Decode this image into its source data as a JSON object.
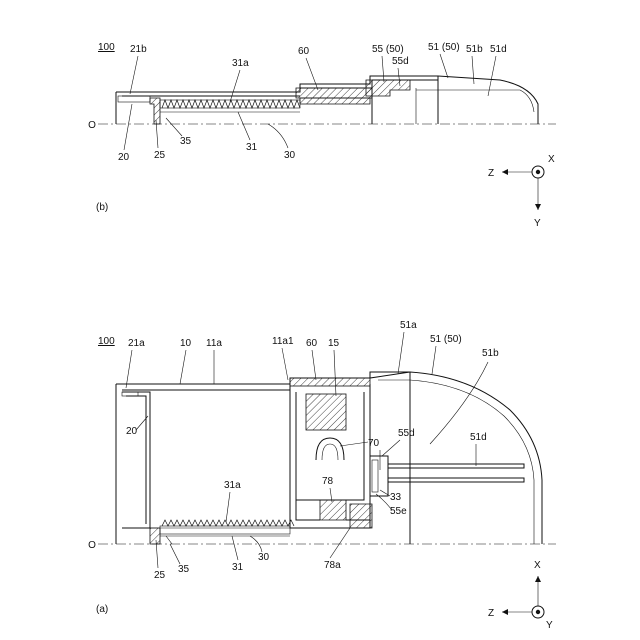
{
  "figure_a": {
    "caption": "(a)",
    "ref_number": "100",
    "center_mark": "O",
    "axes": {
      "z": "Z",
      "x": "X",
      "y": "Y"
    },
    "labels": {
      "l21a": "21a",
      "l10": "10",
      "l11a": "11a",
      "l11a1": "11a1",
      "l60": "60",
      "l15": "15",
      "l51a": "51a",
      "l51_50": "51 (50)",
      "l51b": "51b",
      "l55d": "55d",
      "l51d": "51d",
      "l70": "70",
      "l78": "78",
      "l33": "33",
      "l55e": "55e",
      "l20": "20",
      "l31a": "31a",
      "l25": "25",
      "l35": "35",
      "l31": "31",
      "l30": "30",
      "l78a": "78a"
    }
  },
  "figure_b": {
    "caption": "(b)",
    "ref_number": "100",
    "center_mark": "O",
    "axes": {
      "z": "Z",
      "x": "X",
      "y": "Y"
    },
    "labels": {
      "l21b": "21b",
      "l31a": "31a",
      "l60": "60",
      "l55_50": "55 (50)",
      "l55d": "55d",
      "l51_50": "51 (50)",
      "l51b": "51b",
      "l51d": "51d",
      "l20": "20",
      "l25": "25",
      "l35": "35",
      "l31": "31",
      "l30": "30"
    }
  }
}
